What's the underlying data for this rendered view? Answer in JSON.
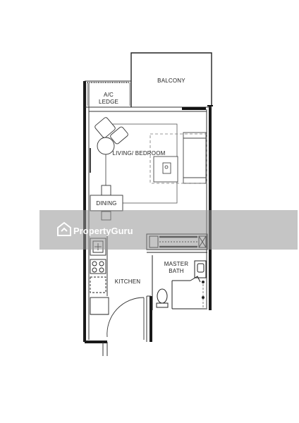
{
  "rooms": {
    "balcony": "BALCONY",
    "ac_ledge_line1": "A/C",
    "ac_ledge_line2": "LEDGE",
    "living_bedroom": "LIVING/ BEDROOM",
    "dining": "DINING",
    "master_bath_line1": "MASTER",
    "master_bath_line2": "BATH",
    "kitchen": "KITCHEN"
  },
  "watermark": {
    "brand": "PropertyGuru"
  },
  "colors": {
    "wall": "#1a1a1a",
    "line": "#555555",
    "dashed": "#777777",
    "watermark_band": "#969696"
  }
}
